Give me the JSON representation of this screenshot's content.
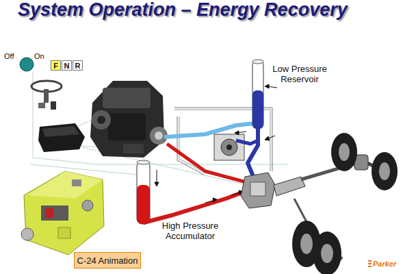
{
  "diagram": {
    "title": "System Operation – Energy Recovery",
    "nodes": [
      {
        "text": [
          "F"
        ]
      },
      {
        "text": [
          "N"
        ]
      },
      {
        "text": [
          "R"
        ]
      },
      {
        "text": [
          "C-24 Animation"
        ]
      }
    ],
    "labels": [
      "Off",
      "On",
      "Low Pressure Reservoir",
      "High Pressure Accumulator",
      "Parker"
    ]
  }
}
